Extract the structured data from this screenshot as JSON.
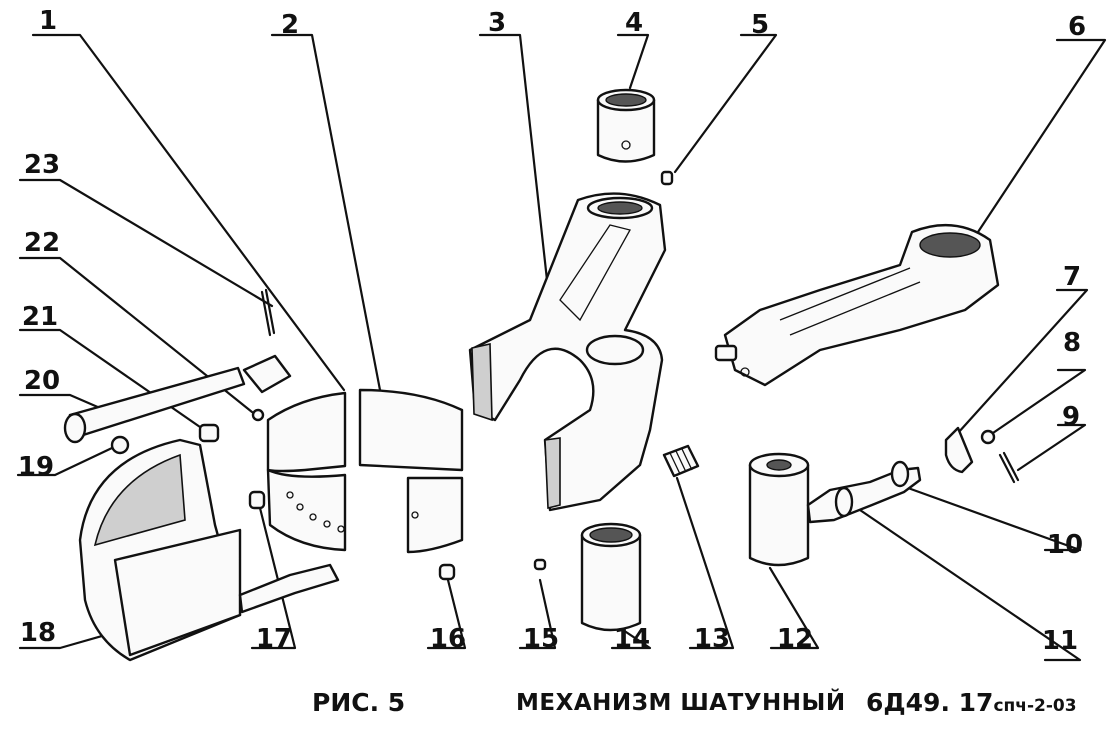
{
  "callouts": [
    "1",
    "2",
    "3",
    "4",
    "5",
    "6",
    "7",
    "8",
    "9",
    "10",
    "11",
    "12",
    "13",
    "14",
    "15",
    "16",
    "17",
    "18",
    "19",
    "20",
    "21",
    "22",
    "23"
  ],
  "caption": {
    "figure_label": "РИС. 5",
    "title": "МЕХАНИЗМ ШАТУННЫЙ",
    "code_main": "6Д49. 17",
    "code_suffix": "спч-2-03"
  }
}
